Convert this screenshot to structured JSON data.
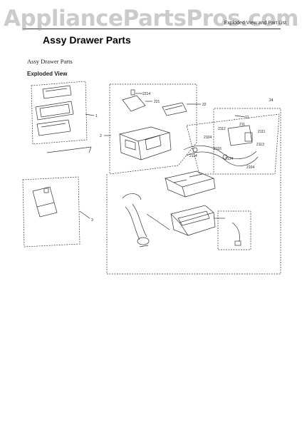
{
  "watermark": "AppliancePartsPros.com",
  "header_note": "Exploded View and Part List",
  "page_title": "Assy Drawer Parts",
  "subtitle": "Assy Drawer Parts",
  "section_label": "Exploded View",
  "callouts": {
    "c1": "1",
    "c2": "2",
    "c21": "21",
    "c211": "211",
    "c2111": "2111",
    "c2112": "2112",
    "c2113": "2113",
    "c2114": "2114",
    "c2116": "2116",
    "c2104a": "2104",
    "c2104b": "2104",
    "c22": "22",
    "c221": "221",
    "c2214": "2214",
    "c3": "3",
    "c24": "24",
    "c2134": "2134"
  },
  "colors": {
    "line": "#333333",
    "watermark": "#a0a0a0"
  }
}
